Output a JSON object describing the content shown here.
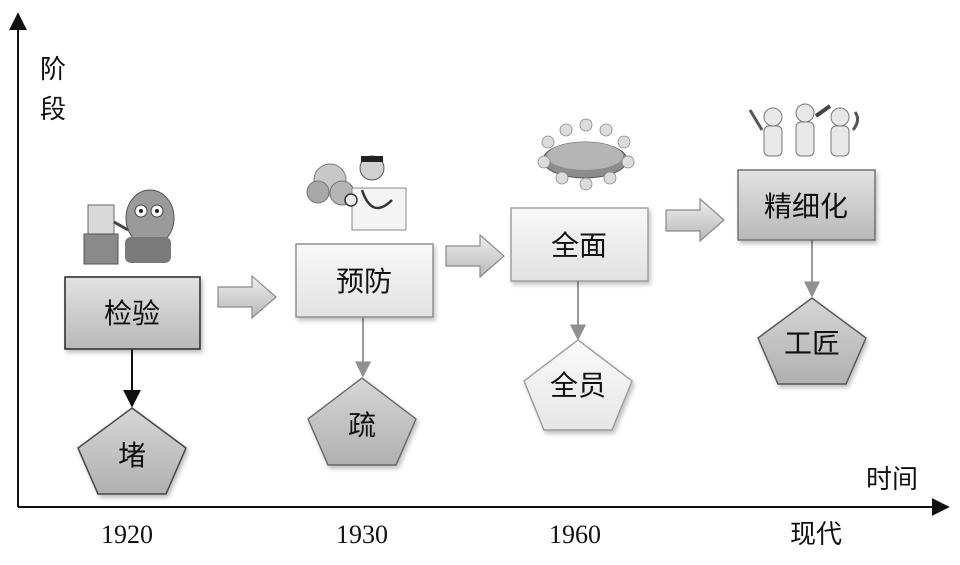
{
  "axes": {
    "y_label_line1": "阶",
    "y_label_line2": "段",
    "x_label": "时间"
  },
  "stages": [
    {
      "box_label": "检验",
      "pentagon_label": "堵",
      "tick_label": "1920",
      "icon": "inspector-robot-icon"
    },
    {
      "box_label": "预防",
      "pentagon_label": "疏",
      "tick_label": "1930",
      "icon": "doctor-stethoscope-icon"
    },
    {
      "box_label": "全面",
      "pentagon_label": "全员",
      "tick_label": "1960",
      "icon": "roundtable-meeting-icon"
    },
    {
      "box_label": "精细化",
      "pentagon_label": "工匠",
      "tick_label": "现代",
      "icon": "workers-with-tools-icon"
    }
  ],
  "colors": {
    "box_dark": "#c4c4c4",
    "box_light": "#efefef",
    "pentagon_dark": "#c8c8c8",
    "pentagon_light": "#f2f2f2",
    "arrow": "#d2d2d2",
    "axis": "#111111"
  }
}
